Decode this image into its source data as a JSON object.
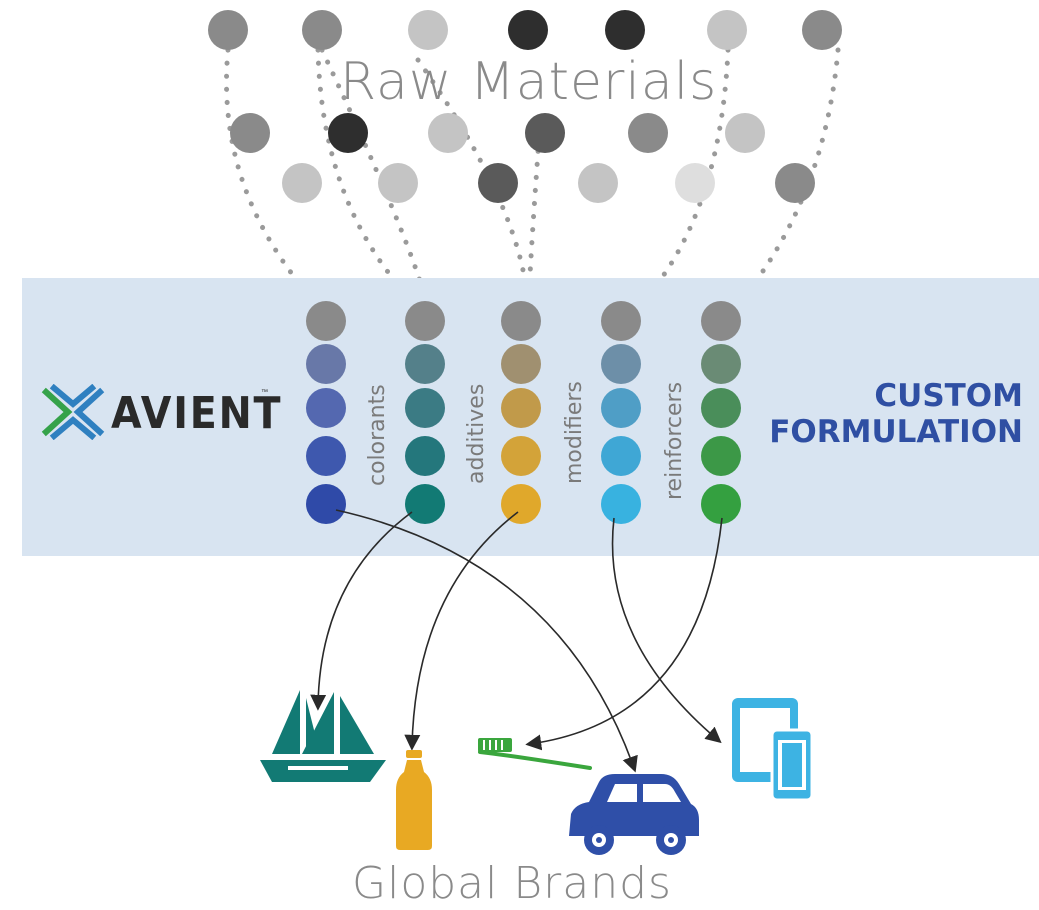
{
  "diagram": {
    "top_title": "Raw Materials",
    "bottom_title": "Global Brands",
    "logo": {
      "wordmark": "AVIENT",
      "tm": "™"
    },
    "headline": {
      "line1": "CUSTOM",
      "line2": "FORMULATION"
    },
    "columns": [
      {
        "label": "colorants",
        "colors": [
          "#8a8a8a",
          "#6878a8",
          "#5468b0",
          "#3e58ae",
          "#2f4aa8"
        ]
      },
      {
        "label": "additives",
        "colors": [
          "#8a8a8a",
          "#54808a",
          "#3b7b84",
          "#24777c",
          "#127a74"
        ]
      },
      {
        "label": "modifiers",
        "colors": [
          "#8a8a8a",
          "#a09070",
          "#c19a4a",
          "#d3a339",
          "#e0a82b"
        ]
      },
      {
        "label": "reinforcers",
        "colors": [
          "#8a8a8a",
          "#6d8fa8",
          "#4f9ec6",
          "#3fa7d5",
          "#38b2e0"
        ]
      },
      {
        "label": "",
        "colors": [
          "#8a8a8a",
          "#6a8b75",
          "#4a8e5a",
          "#3c9847",
          "#34a040"
        ]
      }
    ],
    "raw_material_colors": [
      "#8a8a8a",
      "#8a8a8a",
      "#c4c4c4",
      "#2e2e2e",
      "#2e2e2e",
      "#c4c4c4",
      "#8a8a8a",
      "#8a8a8a",
      "#2e2e2e",
      "#c4c4c4",
      "#5a5a5a",
      "#8a8a8a",
      "#c4c4c4",
      "#c4c4c4",
      "#c4c4c4",
      "#5a5a5a",
      "#c4c4c4",
      "#dedede",
      "#8a8a8a"
    ],
    "products": [
      "sailboat-icon",
      "bottle-icon",
      "toothbrush-icon",
      "car-icon",
      "devices-icon"
    ],
    "colors": {
      "band": "#d8e4f1",
      "headline": "#2f4fa3",
      "logo_mark_green": "#35a24a",
      "logo_mark_blue": "#2f80c0",
      "boat": "#127a74",
      "bottle": "#e8a923",
      "toothbrush": "#3aa63d",
      "car": "#2f4fa8",
      "devices": "#3db3e3"
    }
  }
}
